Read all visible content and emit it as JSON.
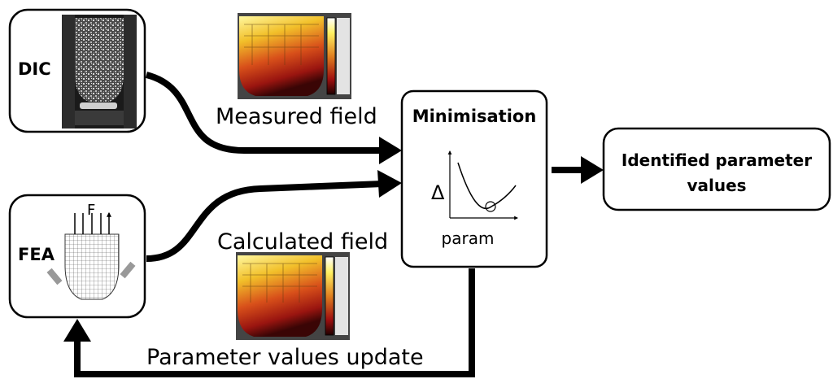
{
  "boxes": {
    "dic": "DIC",
    "fea": "FEA",
    "minimisation": "Minimisation",
    "identified_line1": "Identified parameter",
    "identified_line2": "values"
  },
  "captions": {
    "measured": "Measured field",
    "calculated": "Calculated field",
    "update": "Parameter values update"
  },
  "plot": {
    "ylabel": "Δ",
    "xlabel": "param"
  },
  "fea_force": "F"
}
